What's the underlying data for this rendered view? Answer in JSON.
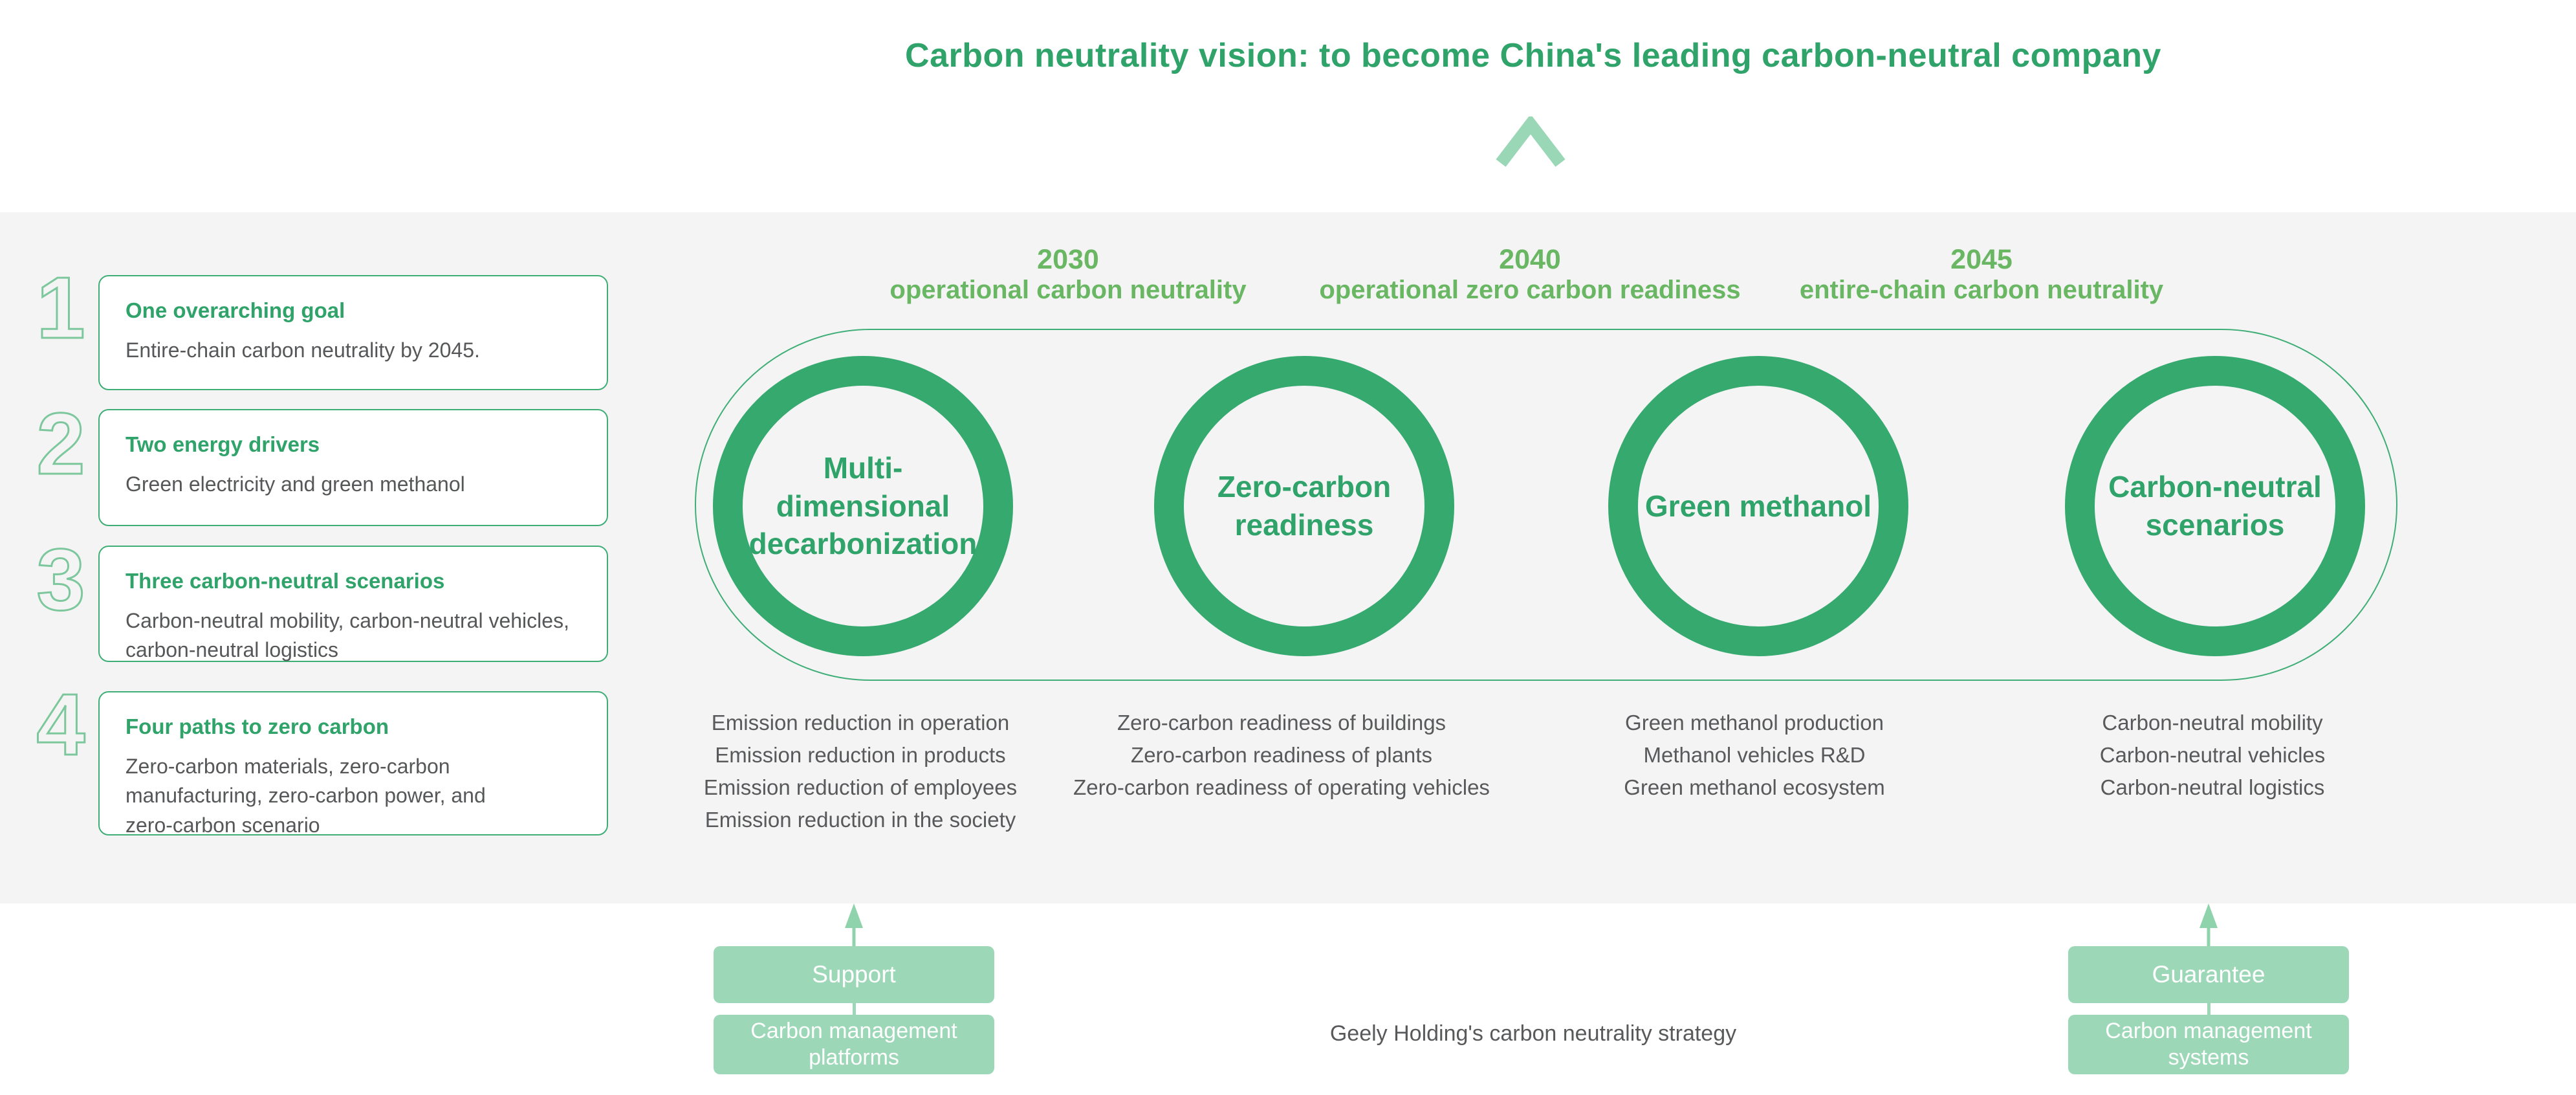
{
  "page": {
    "title": "Carbon neutrality vision: to become China's leading carbon-neutral company",
    "caption": "Geely Holding's carbon neutrality strategy"
  },
  "colors": {
    "heading_green": "#2fa369",
    "ring_green": "#36a96f",
    "border_green": "#3fae76",
    "milestone_green": "#69b663",
    "soft_green": "#9cd8b7",
    "arrow_green": "#8fd3ac",
    "number_outline_green": "#7cc79c",
    "text_gray": "#58595b",
    "band_gray": "#f4f4f5"
  },
  "icons": {
    "chevron_up": "chevron-up-icon",
    "up_arrow": "up-arrow-icon"
  },
  "left_panel": {
    "items": [
      {
        "num": "1",
        "heading": "One overarching goal",
        "body": "Entire-chain carbon neutrality by 2045."
      },
      {
        "num": "2",
        "heading": "Two energy drivers",
        "body": "Green electricity and green methanol"
      },
      {
        "num": "3",
        "heading": "Three carbon-neutral scenarios",
        "body": "Carbon-neutral mobility, carbon-neutral vehicles, carbon-neutral logistics"
      },
      {
        "num": "4",
        "heading": "Four paths to zero carbon",
        "body": "Zero-carbon materials, zero-carbon manufacturing, zero-carbon power, and zero-carbon scenario"
      }
    ]
  },
  "timeline": {
    "milestones": [
      {
        "year": "2030",
        "label": "operational carbon neutrality"
      },
      {
        "year": "2040",
        "label": "operational zero carbon readiness"
      },
      {
        "year": "2045",
        "label": "entire-chain carbon neutrality"
      }
    ]
  },
  "phases": [
    {
      "circle_label": "Multi-\ndimensional\ndecarbonization",
      "items": [
        "Emission reduction in operation",
        "Emission reduction in products",
        "Emission reduction of employees",
        "Emission reduction in the society"
      ]
    },
    {
      "circle_label": "Zero-carbon\nreadiness",
      "items": [
        "Zero-carbon readiness of buildings",
        "Zero-carbon readiness of plants",
        "Zero-carbon readiness of operating vehicles"
      ]
    },
    {
      "circle_label": "Green methanol",
      "items": [
        "Green methanol production",
        "Methanol vehicles R&D",
        "Green methanol ecosystem"
      ]
    },
    {
      "circle_label": "Carbon-neutral\nscenarios",
      "items": [
        "Carbon-neutral mobility",
        "Carbon-neutral vehicles",
        "Carbon-neutral logistics"
      ]
    }
  ],
  "bottom": {
    "support_label": "Support",
    "platforms_label": "Carbon management\nplatforms",
    "guarantee_label": "Guarantee",
    "systems_label": "Carbon management\nsystems"
  }
}
